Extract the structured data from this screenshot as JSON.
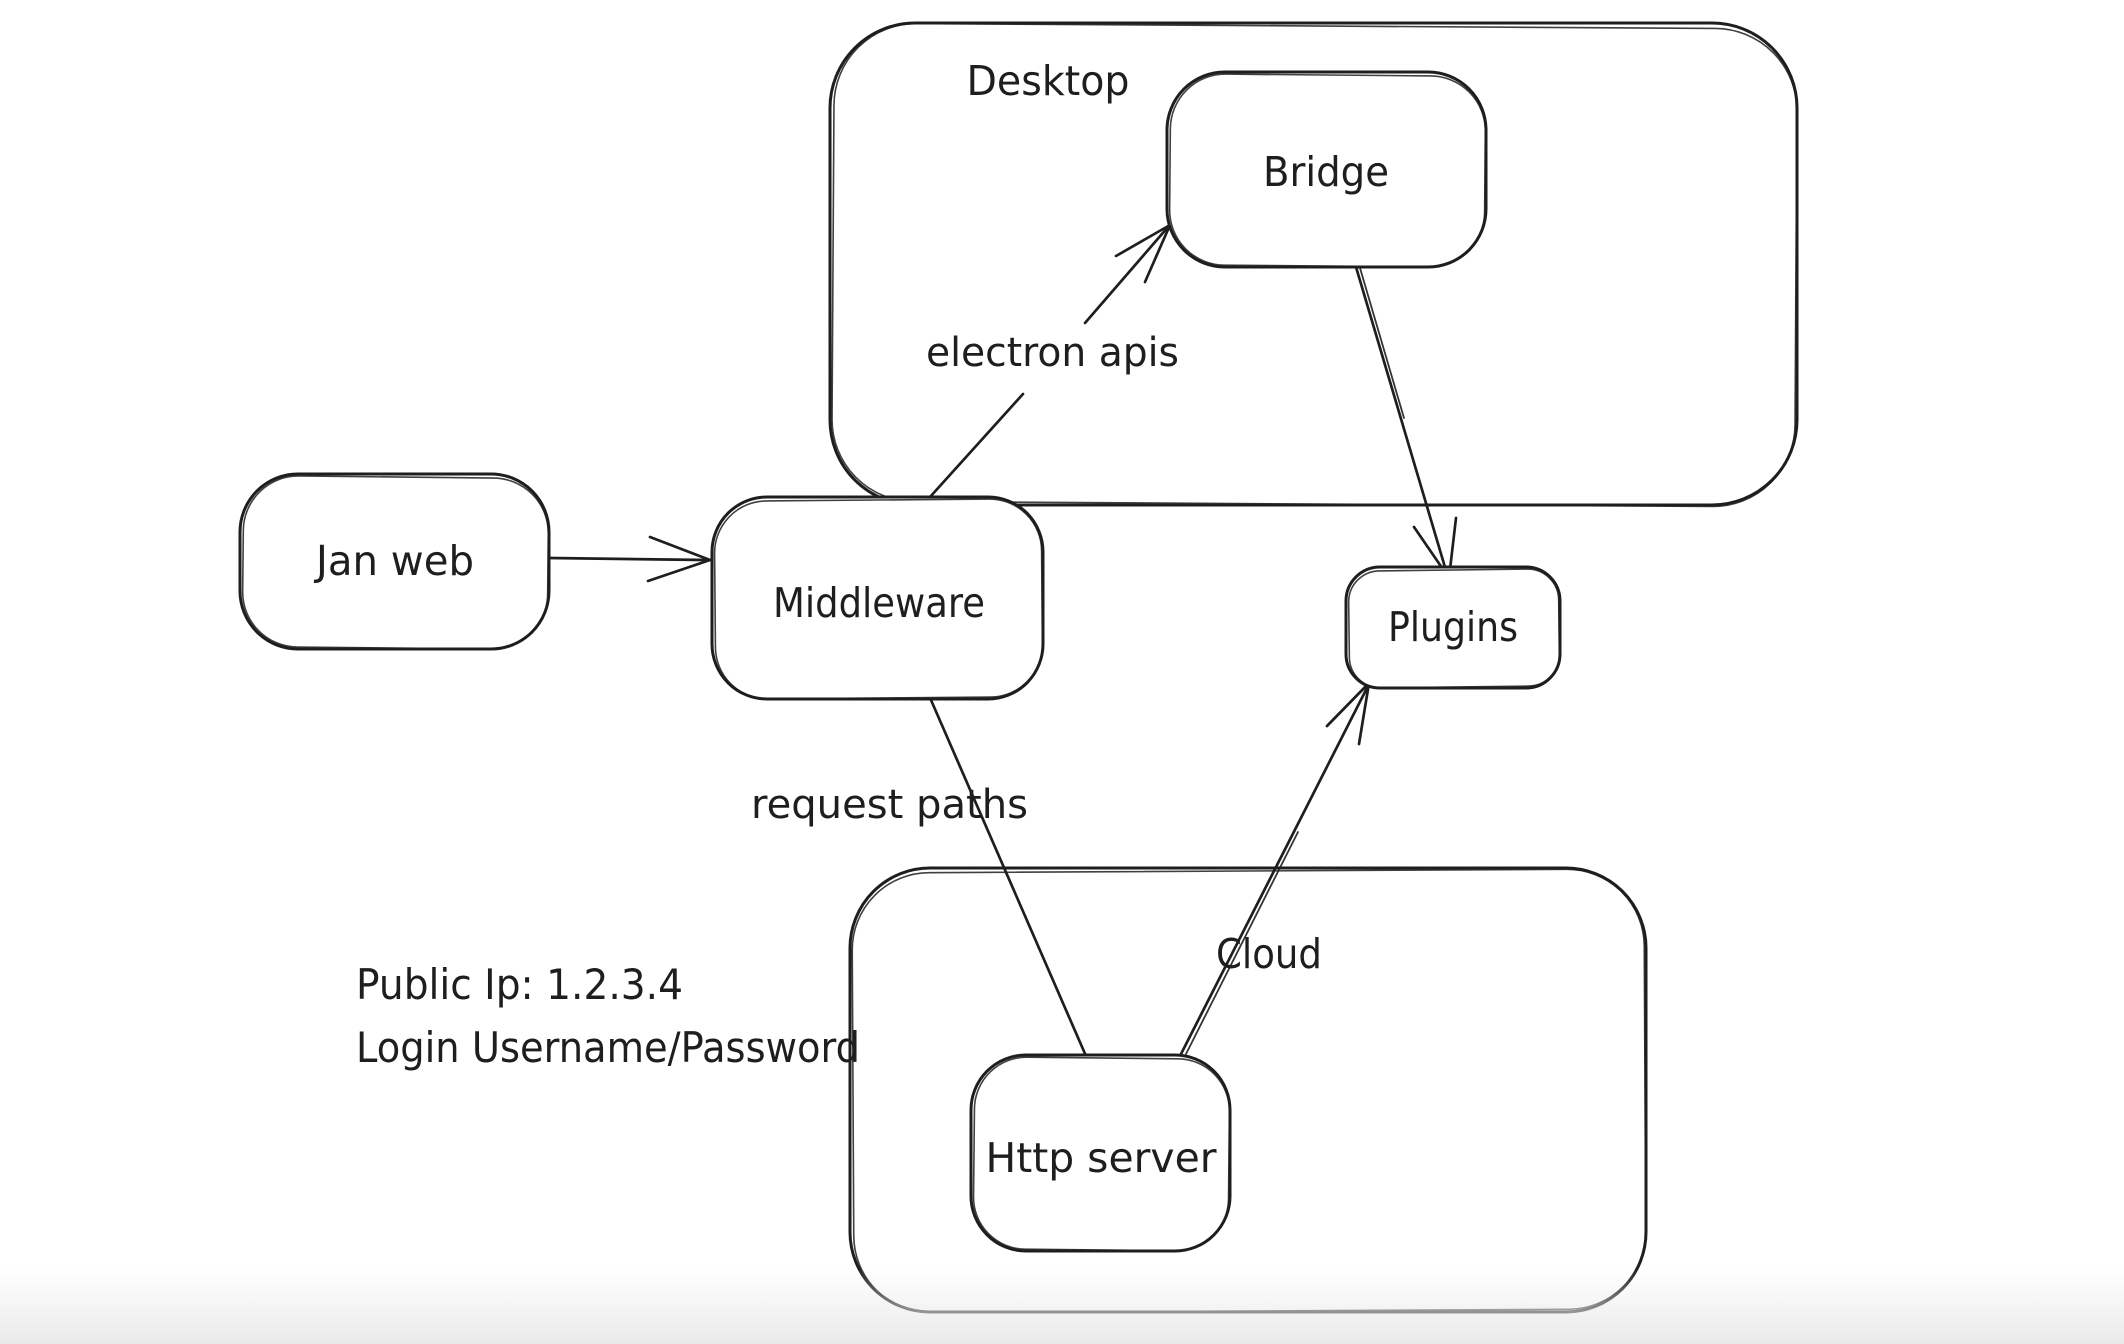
{
  "diagram": {
    "colors": {
      "stroke": "#1e1e1e",
      "background": "#ffffff",
      "fade": "#ececec"
    },
    "containers": [
      {
        "id": "desktop",
        "label": "Desktop"
      },
      {
        "id": "cloud",
        "label": "Cloud"
      }
    ],
    "nodes": [
      {
        "id": "jan-web",
        "label": "Jan web"
      },
      {
        "id": "middleware",
        "label": "Middleware"
      },
      {
        "id": "bridge",
        "label": "Bridge"
      },
      {
        "id": "plugins",
        "label": "Plugins"
      },
      {
        "id": "http-server",
        "label": "Http server"
      }
    ],
    "edge_labels": [
      {
        "edge": "middleware-to-bridge",
        "label": "electron apis"
      },
      {
        "edge": "middleware-to-http-server",
        "label": "request paths"
      }
    ],
    "notes": [
      {
        "text": "Public Ip: 1.2.3.4"
      },
      {
        "text": "Login Username/Password"
      }
    ]
  }
}
